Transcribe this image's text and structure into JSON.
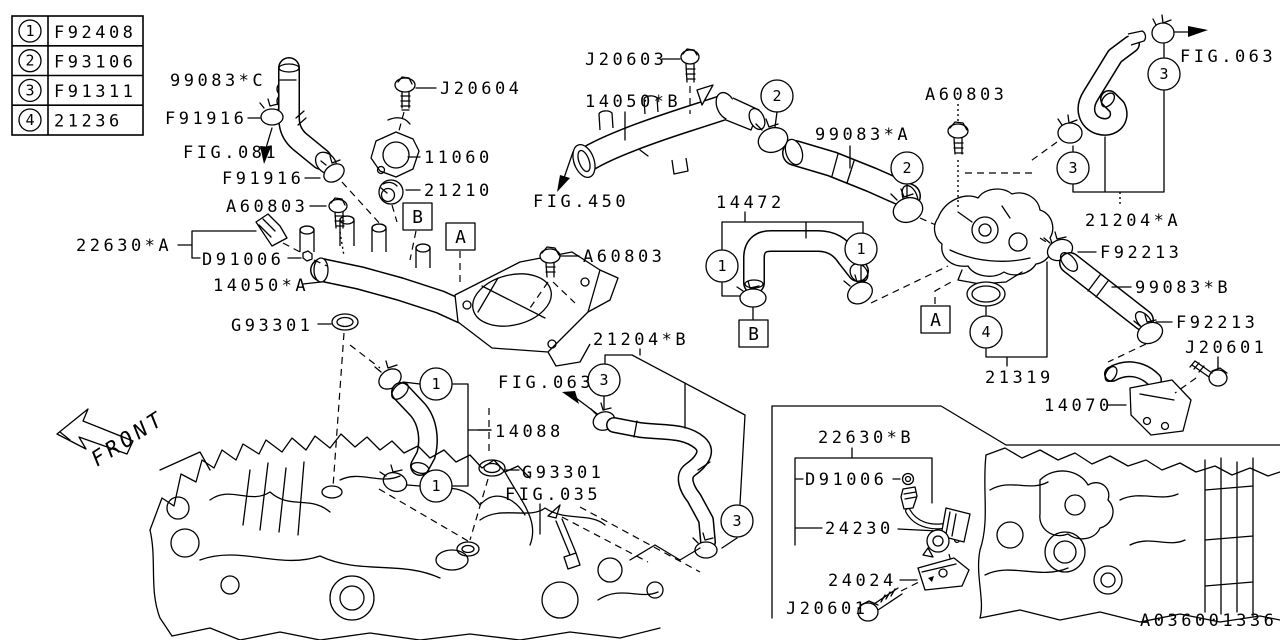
{
  "colors": {
    "ink": "#000000",
    "background": "#ffffff"
  },
  "legend": {
    "rows": [
      {
        "num": "1",
        "code": "F92408"
      },
      {
        "num": "2",
        "code": "F93106"
      },
      {
        "num": "3",
        "code": "F91311"
      },
      {
        "num": "4",
        "code": "21236"
      }
    ]
  },
  "labels": {
    "hose_c": "99083*C",
    "f91916_a": "F91916",
    "fig081": "FIG.081",
    "f91916_b": "F91916",
    "j20604": "J20604",
    "p11060": "11060",
    "p21210": "21210",
    "j20603": "J20603",
    "pipe_b": "14050*B",
    "fig450": "FIG.450",
    "hose_a": "99083*A",
    "a60803_r": "A60803",
    "fig063_t": "FIG.063",
    "h21204a": "21204*A",
    "f92213_a": "F92213",
    "hose_b": "99083*B",
    "f92213_b": "F92213",
    "j20601_r": "J20601",
    "p21319": "21319",
    "p14070": "14070",
    "a60803_l": "A60803",
    "s22630a": "22630*A",
    "d91006_a": "D91006",
    "pipe_a": "14050*A",
    "g93301_a": "G93301",
    "a60803_m": "A60803",
    "h14472": "14472",
    "fig063_m": "FIG.063",
    "h21204b": "21204*B",
    "h14088": "14088",
    "g93301_b": "G93301",
    "fig035": "FIG.035",
    "s22630b": "22630*B",
    "d91006_b": "D91006",
    "p24230": "24230",
    "p24024": "24024",
    "j20601_i": "J20601",
    "front": "FRONT",
    "diagram_id": "A036001336"
  },
  "callouts": {
    "c14472_l": "1",
    "c14472_r": "1",
    "c14088_t": "1",
    "c14088_b": "1",
    "c_pipeb": "2",
    "c_hosea": "2",
    "c21204a_t": "3",
    "c21204a_l": "3",
    "c21204b_l": "3",
    "c21204b_b": "3",
    "c_pump": "4"
  },
  "boxes": {
    "b_thermo": "B",
    "a_thermo": "A",
    "b_14472": "B",
    "a_pump": "A"
  }
}
